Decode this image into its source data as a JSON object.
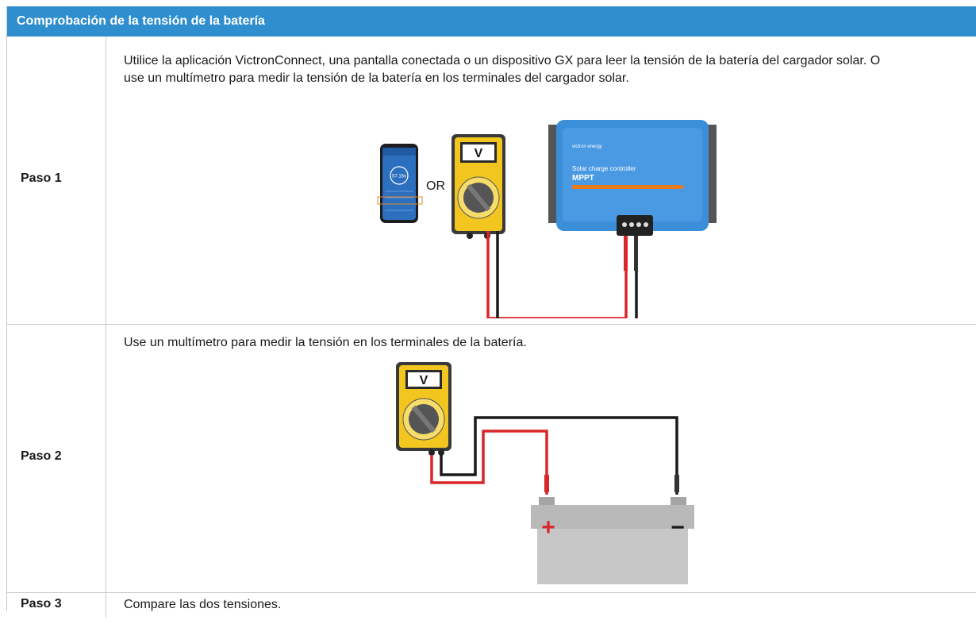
{
  "table": {
    "header": "Comprobación de la tensión de la batería",
    "steps": [
      {
        "label": "Paso 1",
        "text": "Utilice la aplicación VictronConnect, una pantalla conectada o un dispositivo GX para leer la tensión de la batería del cargador solar. O use un multímetro para medir la tensión de la batería en los terminales del cargador solar.",
        "figure": {
          "or_label": "OR",
          "meter_display": "V",
          "controller_brand": "victron energy",
          "controller_model_line": "Solar charge controller",
          "controller_model": "MPPT",
          "phone_reading": "57.16v"
        }
      },
      {
        "label": "Paso 2",
        "text": "Use un multímetro para medir la tensión en los terminales de la batería.",
        "figure": {
          "meter_display": "V",
          "battery_plus": "+",
          "battery_minus": "−"
        }
      },
      {
        "label": "Paso 3",
        "text": "Compare las dos tensiones."
      }
    ]
  },
  "colors": {
    "header_bg": "#2f8ecd",
    "controller_blue": "#3b8fd9",
    "meter_yellow": "#f2c61f",
    "lead_red": "#d9262a",
    "lead_black": "#1a1a1a",
    "battery_grey": "#c7c7c7"
  }
}
